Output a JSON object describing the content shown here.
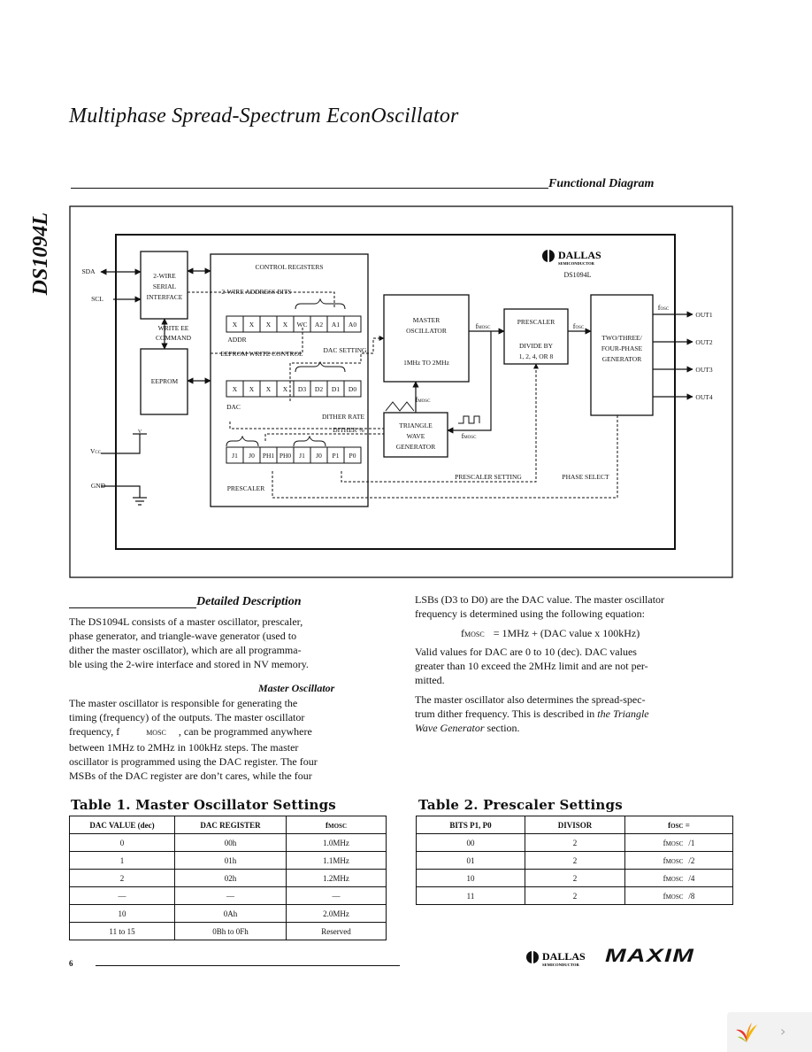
{
  "title": "Multiphase Spread-Spectrum EconOscillator",
  "side_label": "DS1094L",
  "functional_diagram": {
    "heading": "Functional Diagram",
    "logo_text": "DALLAS",
    "logo_sub": "SEMICONDUCTOR",
    "chip_name": "DS1094L",
    "pins": {
      "sda": "SDA",
      "scl": "SCL",
      "vcc": "V",
      "vcc_sub": "CC",
      "gnd": "GND"
    },
    "serial_interface": [
      "2-WIRE",
      "SERIAL",
      "INTERFACE"
    ],
    "write_ee": [
      "WRITE EE",
      "COMMAND"
    ],
    "eeprom": "EEPROM",
    "control_registers": "CONTROL REGISTERS",
    "address_bits": "2-WIRE ADDRESS BITS",
    "addr_cells": [
      "X",
      "X",
      "X",
      "X",
      "WC",
      "A2",
      "A1",
      "A0"
    ],
    "addr_label": "ADDR",
    "eeprom_write_control": "EEPROM WRITE CONTROL",
    "dac_setting": "DAC SETTING",
    "dac_cells": [
      "X",
      "X",
      "X",
      "X",
      "D3",
      "D2",
      "D1",
      "D0"
    ],
    "dac_label": "DAC",
    "dither_rate": "DITHER RATE",
    "dither_pct": "DITHER %",
    "prescaler_cells": [
      "J1",
      "J0",
      "PH1",
      "PH0",
      "J1",
      "J0",
      "P1",
      "P0"
    ],
    "prescaler_label": "PRESCALER",
    "master_osc": [
      "MASTER",
      "OSCILLATOR"
    ],
    "osc_range": "1MHz TO 2MHz",
    "f_mosc": "f",
    "f_mosc_sub": "MOSC",
    "prescaler_block": [
      "PRESCALER",
      "DIVIDE BY",
      "1, 2, 4, OR 8"
    ],
    "f_osc": "f",
    "f_osc_sub": "OSC",
    "phase_gen": [
      "TWO/THREE/",
      "FOUR-PHASE",
      "GENERATOR"
    ],
    "outputs": [
      "OUT1",
      "OUT2",
      "OUT3",
      "OUT4"
    ],
    "triangle": [
      "TRIANGLE",
      "WAVE",
      "GENERATOR"
    ],
    "prescaler_setting": "PRESCALER SETTING",
    "phase_select": "PHASE SELECT"
  },
  "detailed": {
    "heading": "Detailed Description",
    "p1": [
      "The DS1094L consists of a master oscillator, prescaler,",
      "phase generator, and triangle-wave generator (used to",
      "dither the master oscillator), which are all programma-",
      "ble using the 2-wire interface and stored in NV memory."
    ],
    "sub_heading": "Master Oscillator",
    "p2a": [
      "The master oscillator is responsible for generating the",
      "timing (frequency) of the outputs. The master oscillator"
    ],
    "p2b_pre": "frequency, f",
    "p2b_sub": "MOSC",
    "p2b_post": ", can be programmed anywhere",
    "p2c": [
      "between 1MHz to 2MHz in 100kHz steps. The master",
      "oscillator is programmed using the DAC register. The four",
      "MSBs of the DAC register are don’t cares, while the four"
    ],
    "p3": [
      "LSBs (D3 to D0) are the DAC value. The master oscillator",
      "frequency is determined using the following equation:"
    ],
    "eq_f": "f",
    "eq_sub": "MOSC",
    "eq_rest": "= 1MHz + (DAC value x 100kHz)",
    "p4": [
      "Valid values for DAC are 0 to 10 (dec). DAC values",
      "greater than 10 exceed the 2MHz limit and are not per-",
      "mitted."
    ],
    "p5a": [
      "The master oscillator also determines the spread-spec-"
    ],
    "p5b_pre": "trum dither frequency. This is described in ",
    "p5b_it": "the Triangle",
    "p5c_it": "Wave Generator",
    "p5c_post": " section."
  },
  "table1": {
    "caption": "Table 1. Master Oscillator Settings",
    "headers": [
      "DAC VALUE (dec)",
      "DAC REGISTER",
      "f"
    ],
    "header_sub": "MOSC",
    "rows": [
      [
        "0",
        "00h",
        "1.0MHz"
      ],
      [
        "1",
        "01h",
        "1.1MHz"
      ],
      [
        "2",
        "02h",
        "1.2MHz"
      ],
      [
        "—",
        "—",
        "—"
      ],
      [
        "10",
        "0Ah",
        "2.0MHz"
      ],
      [
        "11 to 15",
        "0Bh to 0Fh",
        "Reserved"
      ]
    ]
  },
  "table2": {
    "caption": "Table 2. Prescaler Settings",
    "headers": [
      "BITS P1, P0",
      "DIVISOR",
      "f"
    ],
    "header_sub": "OSC",
    "header_eq": " =",
    "rows": [
      [
        "00",
        "2",
        "f",
        "MOSC",
        "/1"
      ],
      [
        "01",
        "2",
        "f",
        "MOSC",
        "/2"
      ],
      [
        "10",
        "2",
        "f",
        "MOSC",
        "/4"
      ],
      [
        "11",
        "2",
        "f",
        "MOSC",
        "/8"
      ]
    ]
  },
  "footer": {
    "page_number": "6",
    "dallas": "DALLAS",
    "dallas_sub": "SEMICONDUCTOR",
    "maxim": "MAXIM"
  }
}
